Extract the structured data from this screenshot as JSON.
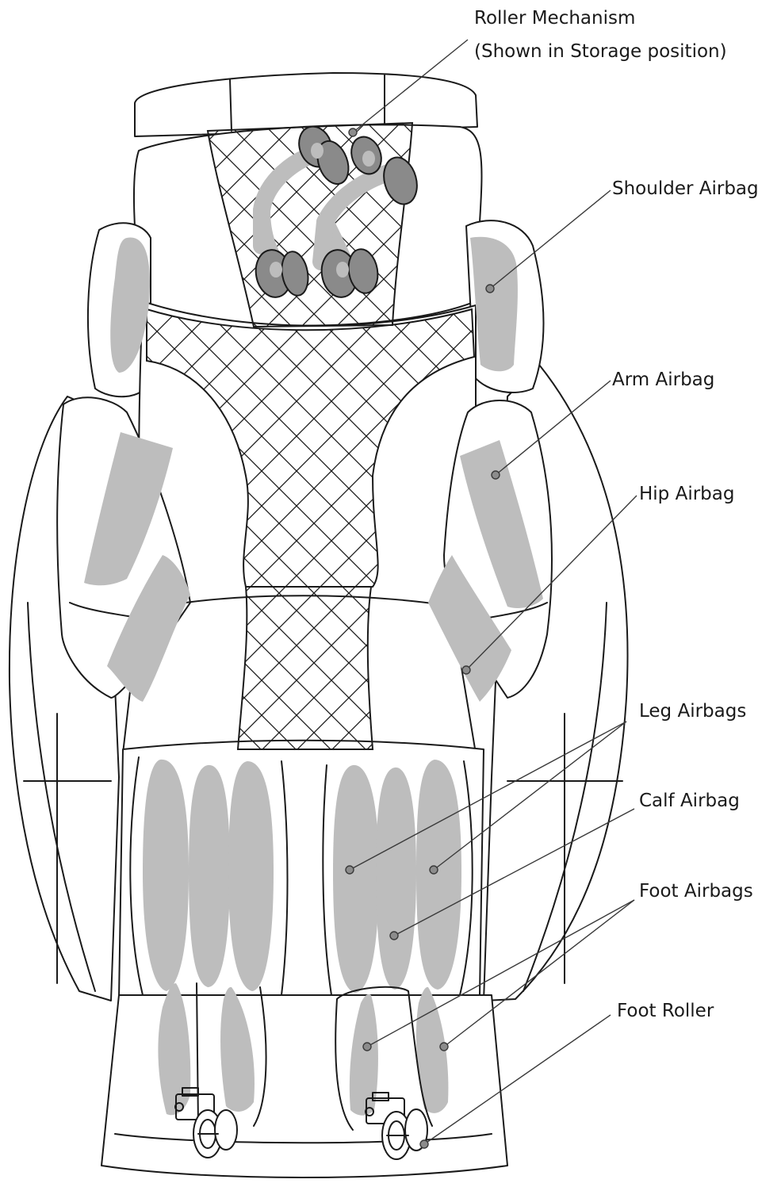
{
  "labels": {
    "roller_mechanism": "Roller Mechanism",
    "roller_mechanism_sub": "(Shown in Storage position)",
    "shoulder_airbag": "Shoulder Airbag",
    "arm_airbag": "Arm Airbag",
    "hip_airbag": "Hip Airbag",
    "leg_airbags": "Leg Airbags",
    "calf_airbag": "Calf Airbag",
    "foot_airbags": "Foot Airbags",
    "foot_roller": "Foot Roller"
  },
  "colors": {
    "line": "#1a1a1a",
    "airbag_fill": "#bdbdbd",
    "roller_dark": "#8a8a8a",
    "background": "#ffffff"
  }
}
